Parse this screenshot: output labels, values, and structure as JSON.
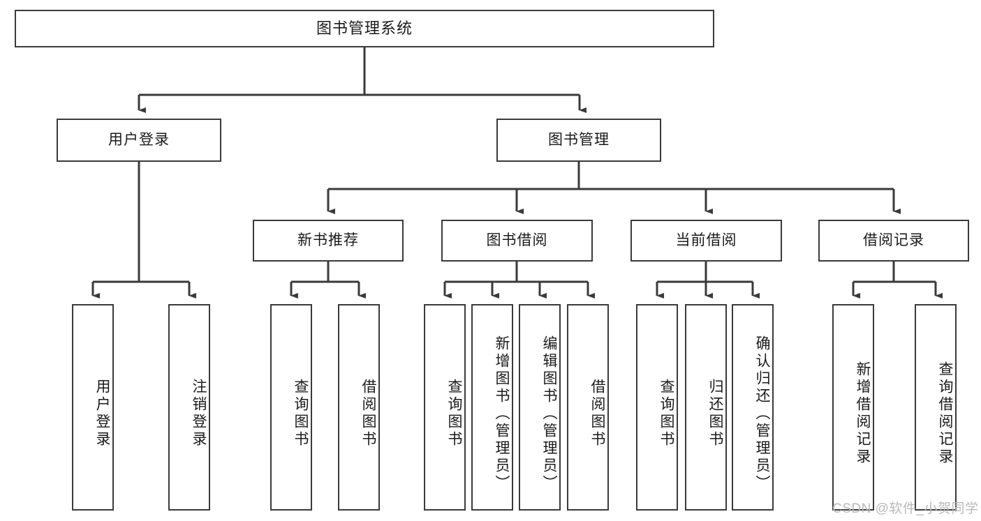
{
  "diagram": {
    "title": "图书管理系统",
    "type": "tree-hierarchy-chart",
    "root": {
      "label": "图书管理系统"
    },
    "level1": [
      {
        "label": "用户登录"
      },
      {
        "label": "图书管理"
      }
    ],
    "level2": [
      {
        "label": "新书推荐"
      },
      {
        "label": "图书借阅"
      },
      {
        "label": "当前借阅"
      },
      {
        "label": "借阅记录"
      }
    ],
    "leaves": {
      "user_login": [
        {
          "label": "用户登录"
        },
        {
          "label": "注销登录"
        }
      ],
      "new_book_recommend": [
        {
          "label": "查询图书"
        },
        {
          "label": "借阅图书"
        }
      ],
      "book_borrow": [
        {
          "label": "查询图书"
        },
        {
          "label": "新增图书（管理员）"
        },
        {
          "label": "编辑图书（管理员）"
        },
        {
          "label": "借阅图书"
        }
      ],
      "current_borrow": [
        {
          "label": "查询图书"
        },
        {
          "label": "归还图书"
        },
        {
          "label": "确认归还（管理员）"
        }
      ],
      "borrow_record": [
        {
          "label": "新增借阅记录"
        },
        {
          "label": "查询借阅记录"
        }
      ]
    }
  },
  "watermark": {
    "text": "CSDN @软件_小贺同学"
  },
  "colors": {
    "stroke": "#3a3a3a",
    "fill": "#ffffff",
    "text": "#1a1a1a",
    "watermark": "#b9b9b9"
  }
}
